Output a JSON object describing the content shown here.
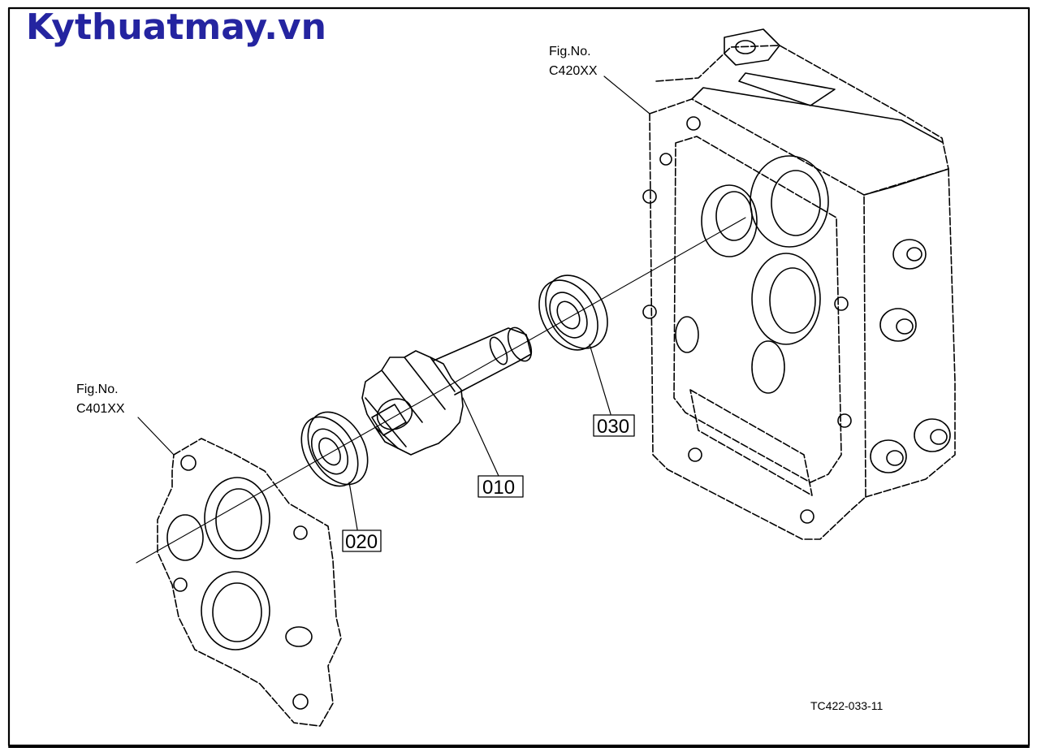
{
  "watermark": "Kythuatmay.vn",
  "figure_refs": [
    {
      "line1": "Fig.No.",
      "line2": "C420XX"
    },
    {
      "line1": "Fig.No.",
      "line2": "C401XX"
    }
  ],
  "parts": [
    {
      "number": "010"
    },
    {
      "number": "020"
    },
    {
      "number": "030"
    }
  ],
  "drawing_code": "TC422-033-11"
}
